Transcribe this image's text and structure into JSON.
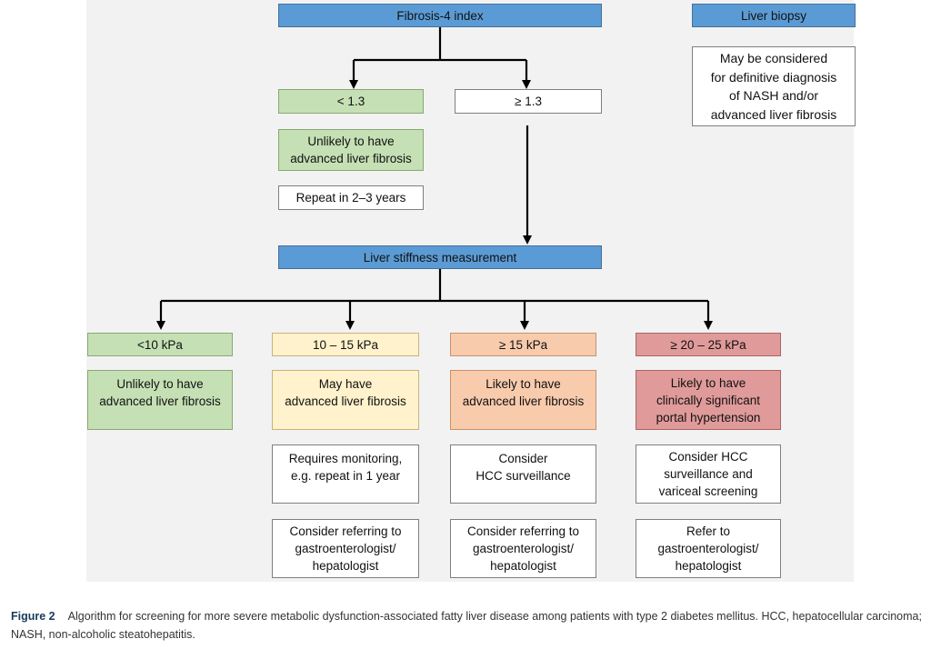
{
  "diagram": {
    "fib4": "Fibrosis-4 index",
    "fib4_low": "< 1.3",
    "fib4_high": "≥ 1.3",
    "low_outcome": "Unlikely to have\nadvanced liver fibrosis",
    "low_action": "Repeat in 2–3 years",
    "biopsy_title": "Liver biopsy",
    "biopsy_text": "May be considered\nfor definitive diagnosis\nof NASH and/or\nadvanced liver fibrosis",
    "lsm": "Liver stiffness measurement",
    "columns": [
      {
        "threshold": "<10 kPa",
        "outcome": "Unlikely to have\nadvanced liver fibrosis"
      },
      {
        "threshold": "10 – 15 kPa",
        "outcome": "May have\nadvanced liver fibrosis",
        "action": "Requires monitoring,\ne.g. repeat in 1 year",
        "referral": "Consider referring to\ngastroenterologist/\nhepatologist"
      },
      {
        "threshold": "≥ 15 kPa",
        "outcome": "Likely to have\nadvanced liver fibrosis",
        "action": "Consider\nHCC surveillance",
        "referral": "Consider referring to\ngastroenterologist/\nhepatologist"
      },
      {
        "threshold": "≥ 20 – 25 kPa",
        "outcome": "Likely to have\nclinically significant\nportal hypertension",
        "action": "Consider HCC\nsurveillance and\nvariceal screening",
        "referral": "Refer to\ngastroenterologist/\nhepatologist"
      }
    ]
  },
  "caption": {
    "label": "Figure 2",
    "text": "Algorithm for screening for more severe metabolic dysfunction-associated fatty liver disease among patients with type 2 diabetes mellitus. HCC, hepatocellular carcinoma; NASH, non-alcoholic steatohepatitis."
  }
}
